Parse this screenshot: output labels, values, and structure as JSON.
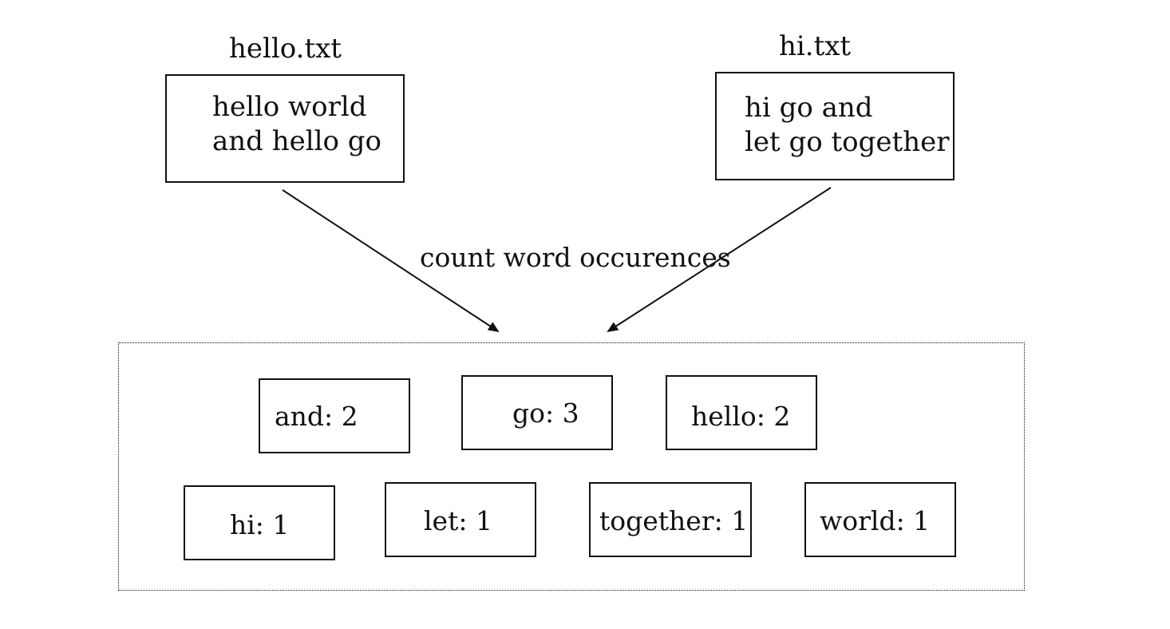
{
  "files": {
    "left": {
      "title": "hello.txt",
      "lines": [
        "hello world",
        "and hello go"
      ]
    },
    "right": {
      "title": "hi.txt",
      "lines": [
        "hi go and",
        "let go together"
      ]
    }
  },
  "operation": {
    "label": "count word occurences"
  },
  "counts": [
    "and: 2",
    "go: 3",
    "hello: 2",
    "hi: 1",
    "let: 1",
    "together: 1",
    "world: 1"
  ]
}
